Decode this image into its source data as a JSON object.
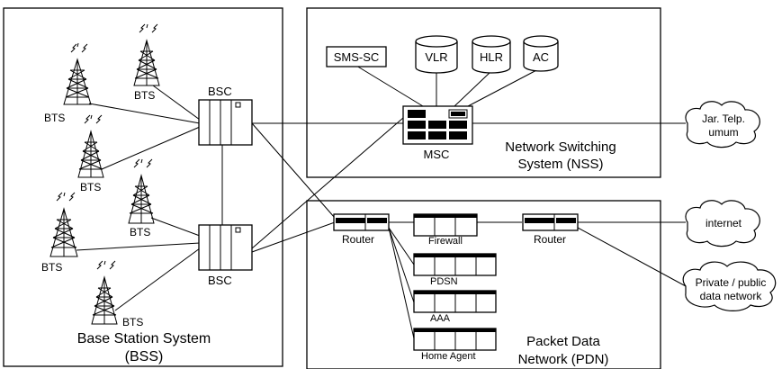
{
  "bss": {
    "title_line1": "Base Station System",
    "title_line2": "(BSS)",
    "bts_labels": [
      "BTS",
      "BTS",
      "BTS",
      "BTS",
      "BTS",
      "BTS"
    ],
    "bsc_top_label": "BSC",
    "bsc_bottom_label": "BSC"
  },
  "nss": {
    "title_line1": "Network Switching",
    "title_line2": "System (NSS)",
    "sms_sc": "SMS-SC",
    "vlr": "VLR",
    "hlr": "HLR",
    "ac": "AC",
    "msc": "MSC"
  },
  "pdn": {
    "title_line1": "Packet Data",
    "title_line2": "Network (PDN)",
    "router_left": "Router",
    "router_right": "Router",
    "firewall": "Firewall",
    "pdsn": "PDSN",
    "aaa": "AAA",
    "home_agent": "Home Agent"
  },
  "external": {
    "pstn_line1": "Jar. Telp.",
    "pstn_line2": "umum",
    "internet": "internet",
    "private_line1": "Private / public",
    "private_line2": "data network"
  }
}
